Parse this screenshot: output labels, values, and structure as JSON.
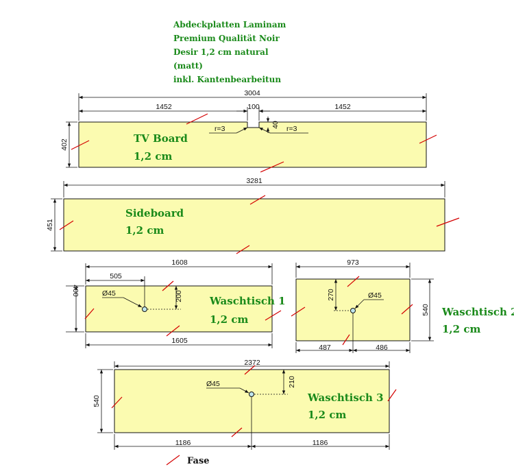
{
  "header": {
    "lines": [
      "Abdeckplatten Laminam",
      "Premium Qualität Noir",
      "Desir 1,2 cm natural",
      "(matt)",
      "inkl. Kantenbearbeitun"
    ]
  },
  "panels": {
    "tv_board": {
      "name": "TV Board",
      "thickness": "1,2 cm",
      "dims": {
        "total": "3004",
        "left": "1452",
        "notch": "100",
        "right": "1452",
        "height": "402",
        "notch_depth": "40",
        "r_left": "r=3",
        "r_right": "r=3"
      }
    },
    "sideboard": {
      "name": "Sideboard",
      "thickness": "1,2 cm",
      "dims": {
        "total": "3281",
        "height": "451"
      }
    },
    "waschtisch1": {
      "name": "Waschtisch 1",
      "thickness": "1,2 cm",
      "dims": {
        "total_top": "1608",
        "total_bottom": "1605",
        "hole_x": "505",
        "hole_y": "200",
        "height": "400",
        "hole_d": "Ø45"
      }
    },
    "waschtisch2": {
      "name": "Waschtisch 2",
      "thickness": "1,2 cm",
      "dims": {
        "total": "973",
        "height": "540",
        "hole_y": "270",
        "hole_d": "Ø45",
        "left": "487",
        "right": "486"
      }
    },
    "waschtisch3": {
      "name": "Waschtisch 3",
      "thickness": "1,2 cm",
      "dims": {
        "total": "2372",
        "height": "540",
        "hole_y": "210",
        "hole_d": "Ø45",
        "left": "1186",
        "right": "1186"
      }
    }
  },
  "legend": {
    "label": "Fase"
  },
  "colors": {
    "panel_fill": "#fbfbb0",
    "label_green": "#1a8a1a",
    "fase_red": "#d40000"
  }
}
